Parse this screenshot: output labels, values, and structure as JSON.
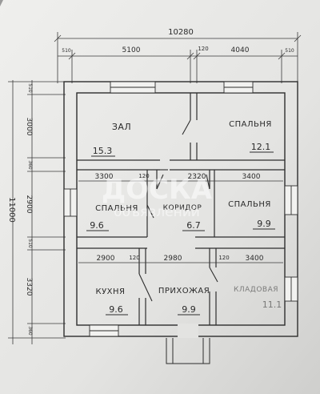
{
  "dimensions": {
    "top_total": "10280",
    "top": [
      "510",
      "5100",
      "120",
      "4040",
      "510"
    ],
    "left_total": "11000",
    "left": [
      "510",
      "3000",
      "360",
      "2900",
      "510",
      "3320",
      "360"
    ],
    "inner_row1": [
      "3300",
      "120",
      "2320",
      "3400"
    ],
    "inner_row2": [
      "2900",
      "120",
      "2980",
      "120",
      "3400"
    ]
  },
  "rooms": [
    {
      "name": "ЗАЛ",
      "area": "15.3"
    },
    {
      "name": "СПАЛЬНЯ",
      "area": "12.1"
    },
    {
      "name": "СПАЛЬНЯ",
      "area": "9.6"
    },
    {
      "name": "КОРИДОР",
      "area": "6.7"
    },
    {
      "name": "СПАЛЬНЯ",
      "area": "9.9"
    },
    {
      "name": "КУХНЯ",
      "area": "9.6"
    },
    {
      "name": "ПРИХОЖАЯ",
      "area": "9.9"
    },
    {
      "name": "КЛАДОВАЯ",
      "area": "11.1"
    }
  ],
  "watermark": {
    "line1": "ДОСКА",
    "line2": "объявлений"
  },
  "colors": {
    "paper": "#e6e6e4",
    "ink": "#2d2d2d",
    "background": "#8f8f8f"
  }
}
